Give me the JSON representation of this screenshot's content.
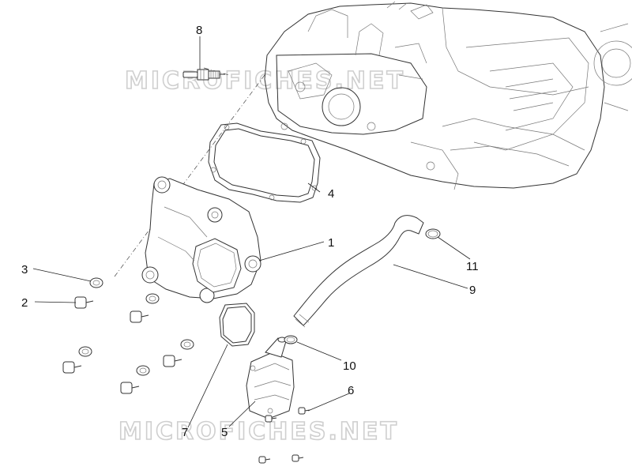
{
  "watermark": {
    "text_top": "MICROFICHES.NET",
    "text_bottom": "MICROFICHES.NET"
  },
  "callouts": [
    {
      "id": "1",
      "label": "1"
    },
    {
      "id": "2",
      "label": "2"
    },
    {
      "id": "3",
      "label": "3"
    },
    {
      "id": "4",
      "label": "4"
    },
    {
      "id": "5",
      "label": "5"
    },
    {
      "id": "6",
      "label": "6"
    },
    {
      "id": "7",
      "label": "7"
    },
    {
      "id": "8",
      "label": "8"
    },
    {
      "id": "9",
      "label": "9"
    },
    {
      "id": "10",
      "label": "10"
    },
    {
      "id": "11",
      "label": "11"
    }
  ]
}
